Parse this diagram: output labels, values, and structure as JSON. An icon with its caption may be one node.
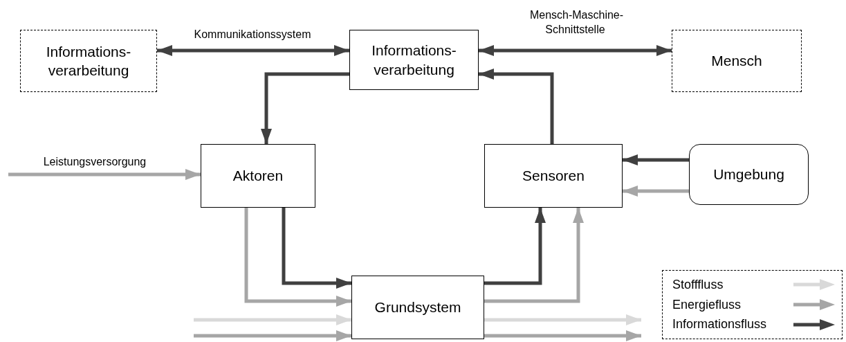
{
  "diagram": {
    "nodes": [
      {
        "text": [
          "Informations- verarbeitung"
        ]
      },
      {
        "text": [
          "Informations- verarbeitung"
        ]
      },
      {
        "text": [
          "Mensch"
        ]
      },
      {
        "text": [
          "Aktoren"
        ]
      },
      {
        "text": [
          "Sensoren"
        ]
      },
      {
        "text": [
          "Umgebung"
        ]
      },
      {
        "text": [
          "Grundsystem"
        ]
      }
    ],
    "edges": [
      {
        "from": 0,
        "to": 1,
        "arrow": "both",
        "label": "Kommunikationssystem"
      },
      {
        "from": 1,
        "to": 2,
        "arrow": "both",
        "label": "Mensch-Maschine- Schnittstelle"
      },
      {
        "from": 1,
        "to": 3,
        "arrow": "to"
      },
      {
        "from": 4,
        "to": 1,
        "arrow": "to"
      },
      {
        "from": null,
        "to": 3,
        "arrow": "to",
        "label": "Leistungsversorgung",
        "color": "#a6a6a6"
      },
      {
        "from": 5,
        "to": 4,
        "arrow": "to"
      },
      {
        "from": 5,
        "to": 4,
        "arrow": "to",
        "color": "#a6a6a6"
      },
      {
        "from": 3,
        "to": 6,
        "arrow": "to"
      },
      {
        "from": 3,
        "to": 6,
        "arrow": "to",
        "color": "#a6a6a6"
      },
      {
        "from": 6,
        "to": 4,
        "arrow": "to"
      },
      {
        "from": 6,
        "to": 4,
        "arrow": "to",
        "color": "#a6a6a6"
      },
      {
        "from": null,
        "to": 6,
        "arrow": "to",
        "color": "#d9d9d9"
      },
      {
        "from": null,
        "to": 6,
        "arrow": "to",
        "color": "#a6a6a6"
      },
      {
        "from": 6,
        "to": null,
        "arrow": "to",
        "color": "#d9d9d9"
      },
      {
        "from": 6,
        "to": null,
        "arrow": "to",
        "color": "#a6a6a6"
      }
    ],
    "legend": [
      {
        "text": "Stofffluss"
      },
      {
        "text": "Energiefluss"
      },
      {
        "text": "Informationsfluss"
      }
    ]
  }
}
